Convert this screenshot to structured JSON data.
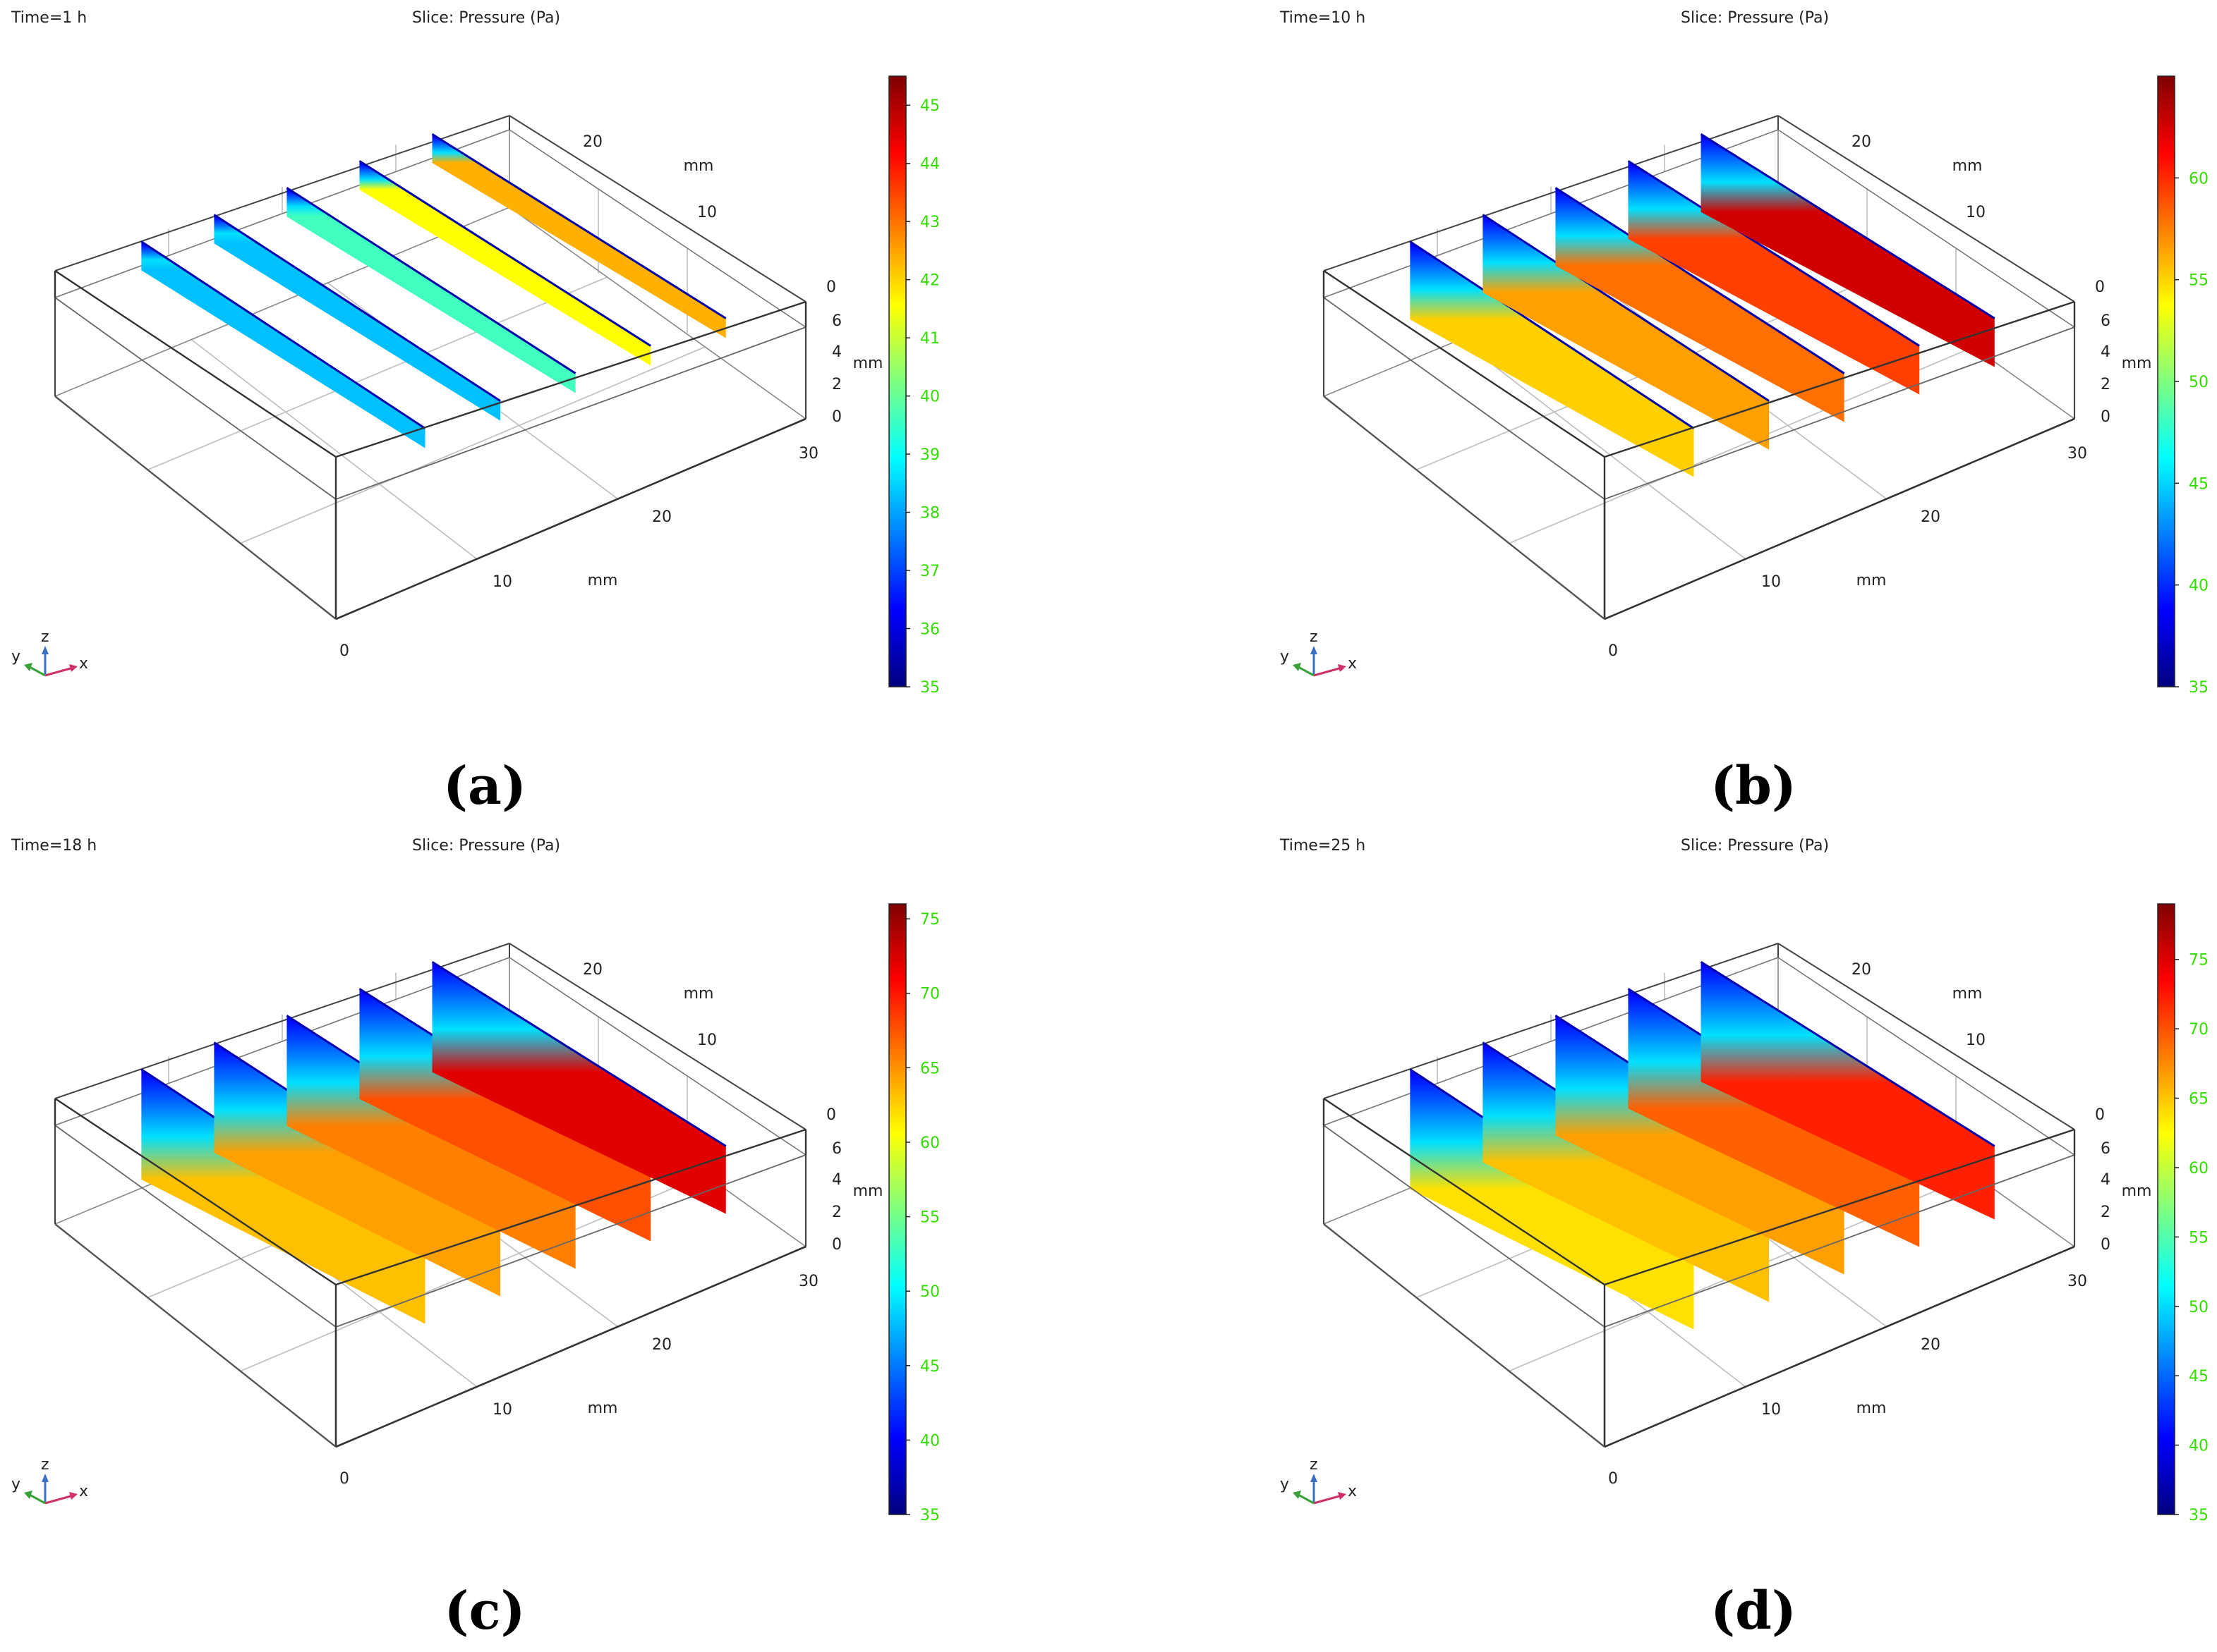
{
  "colormap": [
    "#00007f",
    "#0000ff",
    "#007fff",
    "#00ffff",
    "#7fff7f",
    "#ffff00",
    "#ff7f00",
    "#ff0000",
    "#7f0000"
  ],
  "tick_label_color": "#33dd00",
  "panels": [
    {
      "label": "(a)",
      "time_label": "Time=1 h",
      "slice_label": "Slice: Pressure (Pa)",
      "colorbar": {
        "min": 35,
        "max": 45.5,
        "ticks": [
          "35",
          "36",
          "37",
          "38",
          "39",
          "40",
          "41",
          "42",
          "43",
          "44",
          "45"
        ]
      },
      "slice_height_fraction": 0.04,
      "slice_top_color": "#0000ff",
      "slice_bottom_colors": [
        "#00c0ff",
        "#00c0ff",
        "#40ffc0",
        "#ffff00",
        "#ffb000"
      ]
    },
    {
      "label": "(b)",
      "time_label": "Time=10 h",
      "slice_label": "Slice: Pressure (Pa)",
      "colorbar": {
        "min": 35,
        "max": 65,
        "ticks": [
          "35",
          "40",
          "45",
          "50",
          "55",
          "60"
        ]
      },
      "slice_height_fraction": 0.45,
      "slice_top_color": "#0000ff",
      "slice_bottom_colors": [
        "#ffd000",
        "#ffa000",
        "#ff7000",
        "#ff4000",
        "#d00000"
      ]
    },
    {
      "label": "(c)",
      "time_label": "Time=18 h",
      "slice_label": "Slice: Pressure (Pa)",
      "colorbar": {
        "min": 35,
        "max": 76,
        "ticks": [
          "35",
          "40",
          "45",
          "50",
          "55",
          "60",
          "65",
          "70",
          "75"
        ]
      },
      "slice_height_fraction": 0.72,
      "slice_top_color": "#0000ff",
      "slice_bottom_colors": [
        "#ffc000",
        "#ffa000",
        "#ff8000",
        "#ff5000",
        "#e00000"
      ]
    },
    {
      "label": "(d)",
      "time_label": "Time=25 h",
      "slice_label": "Slice: Pressure (Pa)",
      "colorbar": {
        "min": 35,
        "max": 79,
        "ticks": [
          "35",
          "40",
          "45",
          "50",
          "55",
          "60",
          "65",
          "70",
          "75"
        ]
      },
      "slice_height_fraction": 0.8,
      "slice_top_color": "#0000ff",
      "slice_bottom_colors": [
        "#ffe000",
        "#ffc000",
        "#ffa000",
        "#ff6000",
        "#ff2000"
      ]
    }
  ],
  "axes": {
    "x_ticks": [
      "0",
      "10",
      "20",
      "30"
    ],
    "y_ticks": [
      "10",
      "20"
    ],
    "y_zero": "0",
    "z_ticks": [
      "0",
      "2",
      "4",
      "6"
    ],
    "unit": "mm"
  },
  "triad": {
    "x": "x",
    "y": "y",
    "z": "z"
  }
}
